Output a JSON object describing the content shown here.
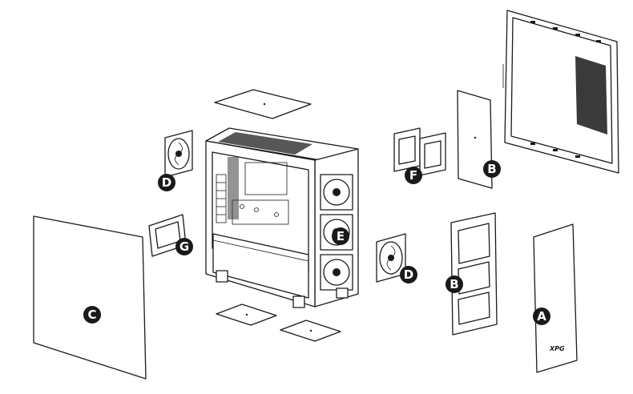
{
  "diagram": {
    "callouts": {
      "a": "A",
      "b_top": "B",
      "b_filter": "B",
      "c": "C",
      "d_left": "D",
      "d_right": "D",
      "e": "E",
      "f": "F",
      "g": "G"
    },
    "brand": "XPG",
    "colors": {
      "line": "#1a1a1a",
      "callout_bg": "#1a1a1a",
      "callout_text": "#ffffff",
      "background": "#ffffff"
    }
  }
}
